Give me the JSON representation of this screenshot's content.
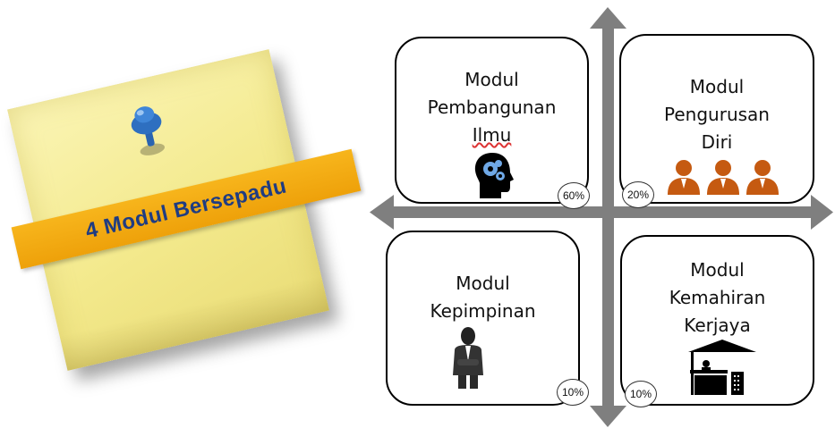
{
  "note": {
    "label": "4 Modul Bersepadu"
  },
  "quadrants": [
    {
      "lines": [
        "Modul",
        "Pembangunan",
        "Ilmu"
      ],
      "percent": "60%",
      "icon": "head-gears-icon"
    },
    {
      "lines": [
        "Modul",
        "Pengurusan",
        "Diri"
      ],
      "percent": "20%",
      "icon": "three-people-icon"
    },
    {
      "lines": [
        "Modul",
        "Kepimpinan"
      ],
      "percent": "10%",
      "icon": "businessman-icon"
    },
    {
      "lines": [
        "Modul",
        "Kemahiran",
        "Kerjaya"
      ],
      "percent": "10%",
      "icon": "vendor-stall-icon"
    }
  ],
  "colors": {
    "arrow": "#7f7f7f",
    "ribbon": "#f4ad12",
    "note": "#f5ec98",
    "people": "#c55a11",
    "pin": "#2e6fc0"
  }
}
